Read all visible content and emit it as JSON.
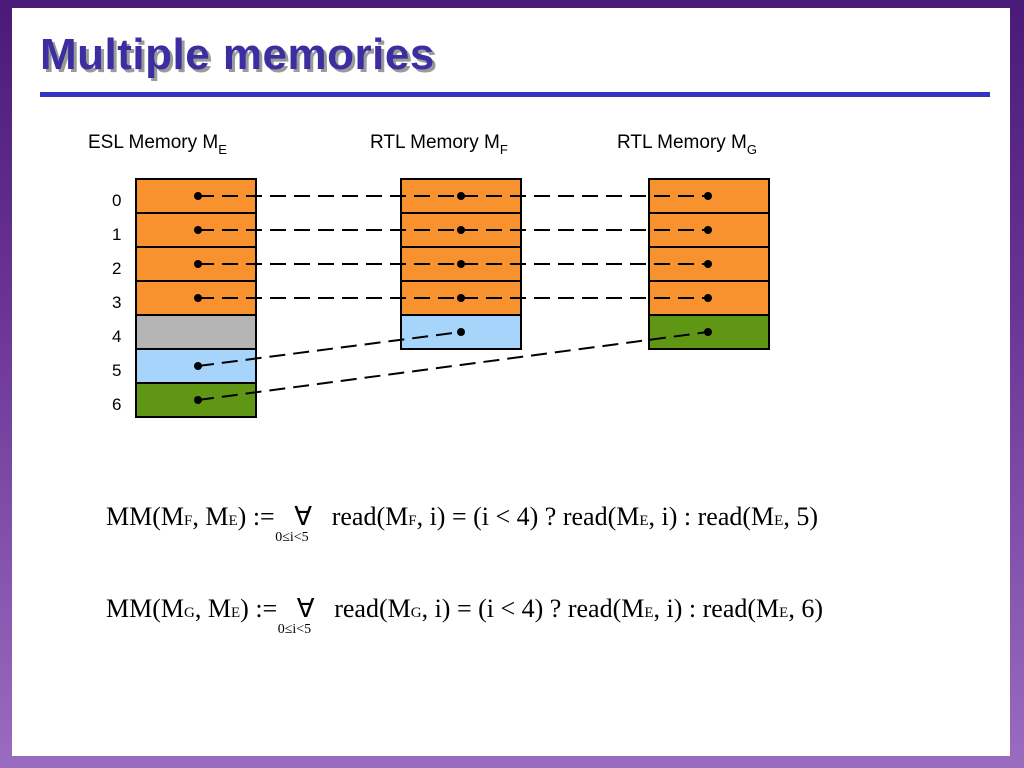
{
  "title": "Multiple memories",
  "memories": [
    {
      "prefix": "ESL Memory M",
      "sub": "E"
    },
    {
      "prefix": "RTL Memory M",
      "sub": "F"
    },
    {
      "prefix": "RTL Memory M",
      "sub": "G"
    }
  ],
  "row_labels": [
    "0",
    "1",
    "2",
    "3",
    "4",
    "5",
    "6"
  ],
  "colors": {
    "orange": "#f7922f",
    "gray": "#b4b4b4",
    "blue": "#a6d4fb",
    "green": "#5f9614",
    "title": "#3c2ea0",
    "rule": "#3434c4"
  },
  "formulas": [
    {
      "lhs_open": "MM(M",
      "lhs_a": "F",
      "lhs_mid": ", M",
      "lhs_b": "E",
      "lhs_close": ") :=",
      "quantifier": "∀",
      "range": "0≤i<5",
      "r1": "read(M",
      "r1_sub": "F",
      "r2": ", i) = (i < 4) ? read(M",
      "r2_sub": "E",
      "r3": ", i) : read(M",
      "r3_sub": "E",
      "r4": ", 5)"
    },
    {
      "lhs_open": "MM(M",
      "lhs_a": "G",
      "lhs_mid": ", M",
      "lhs_b": "E",
      "lhs_close": ") :=",
      "quantifier": "∀",
      "range": "0≤i<5",
      "r1": "read(M",
      "r1_sub": "G",
      "r2": ", i) = (i < 4) ? read(M",
      "r2_sub": "E",
      "r3": ", i) : read(M",
      "r3_sub": "E",
      "r4": ", 6)"
    }
  ]
}
